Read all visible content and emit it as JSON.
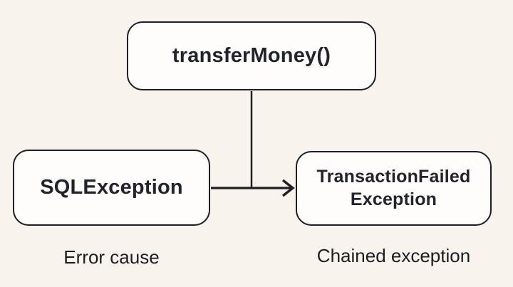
{
  "diagram": {
    "type": "flow-diagram",
    "topic": "exception chaining",
    "colors": {
      "background": "#F8F3ED",
      "node_fill": "#FEFDFB",
      "stroke": "#1D1F27",
      "text": "#21242C"
    },
    "nodes": [
      {
        "id": "method",
        "label": "transferMoney()"
      },
      {
        "id": "cause",
        "label": "SQLException",
        "caption": "Error cause"
      },
      {
        "id": "chained",
        "label_line1": "TransactionFailed",
        "label_line2": "Exception",
        "caption": "Chained exception"
      }
    ],
    "edges": [
      {
        "from": "transferMoney()",
        "to": "arrow-junction",
        "style": "plain-line",
        "direction": "down"
      },
      {
        "from": "SQLException",
        "to": "TransactionFailedException",
        "style": "arrow",
        "direction": "right"
      }
    ]
  }
}
